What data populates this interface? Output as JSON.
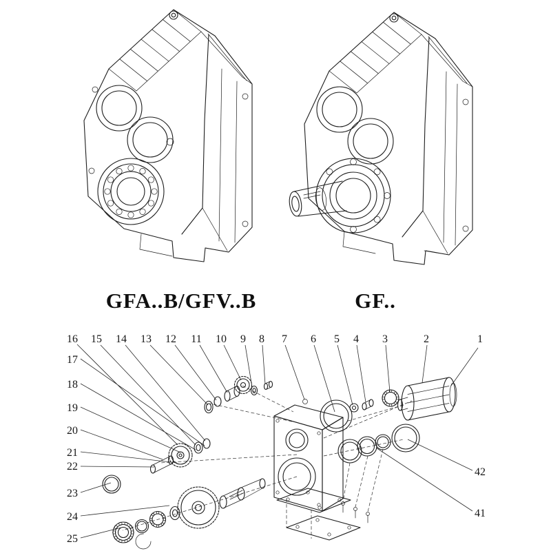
{
  "page": {
    "background": "#ffffff",
    "line_color": "#1c1c1c"
  },
  "models": {
    "left_label": "GFA..B/GFV..B",
    "right_label": "GF.."
  },
  "exploded_view": {
    "top_numbers": [
      "16",
      "15",
      "14",
      "13",
      "12",
      "11",
      "10",
      "9",
      "8",
      "7",
      "6",
      "5",
      "4",
      "3",
      "2",
      "1"
    ],
    "left_numbers": [
      "17",
      "18",
      "19",
      "20",
      "21",
      "22",
      "23",
      "24",
      "25"
    ],
    "right_numbers": [
      "42",
      "41"
    ]
  }
}
